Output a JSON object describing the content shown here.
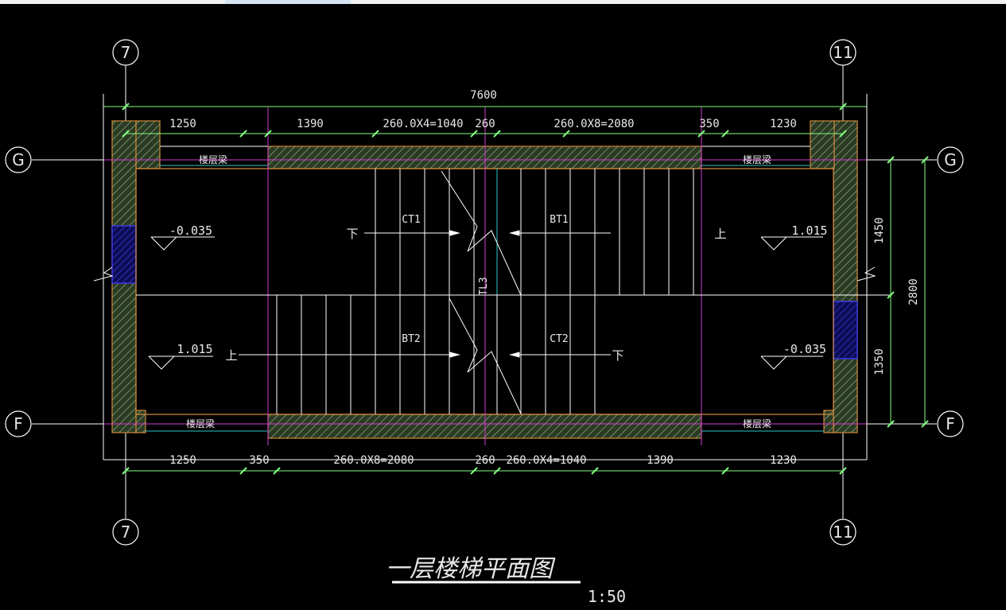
{
  "window": {
    "title": "一层楼梯平面图",
    "scale": "1:50"
  },
  "colors": {
    "background": "#000000",
    "text": "#e8e8e8",
    "wall_hatch": "#7a9a6a",
    "wall_edge": "#d28a3c",
    "axis_line": "#ffffff",
    "dimension_line": "#7fff7f",
    "magenta_line": "#d03ad0",
    "cyan_line": "#29c7c7",
    "window_fill": "#3a3ae0"
  },
  "grid": {
    "columns": [
      "7",
      "11"
    ],
    "rows": [
      "G",
      "F"
    ]
  },
  "dimensions": {
    "overall_width": "7600",
    "top": [
      "1250",
      "1390",
      "260.0X4=1040",
      "260",
      "260.0X8=2080",
      "350",
      "1230"
    ],
    "bottom": [
      "1250",
      "350",
      "260.0X8=2080",
      "260",
      "260.0X4=1040",
      "1390",
      "1230"
    ],
    "right": [
      "1450",
      "1350"
    ],
    "right_total": "2800"
  },
  "labels": {
    "beam_top_left": "楼层梁",
    "beam_top_right": "楼层梁",
    "beam_bottom_left": "楼层梁",
    "beam_bottom_right": "楼层梁",
    "ct1": "CT1",
    "bt1": "BT1",
    "bt2": "BT2",
    "ct2": "CT2",
    "tl3": "TL3",
    "down_top": "下",
    "up_top": "上",
    "up_bottom": "上",
    "down_bottom": "下"
  },
  "elevations": {
    "top_left": "-0.035",
    "top_right": "1.015",
    "bottom_left": "1.015",
    "bottom_right": "-0.035"
  }
}
